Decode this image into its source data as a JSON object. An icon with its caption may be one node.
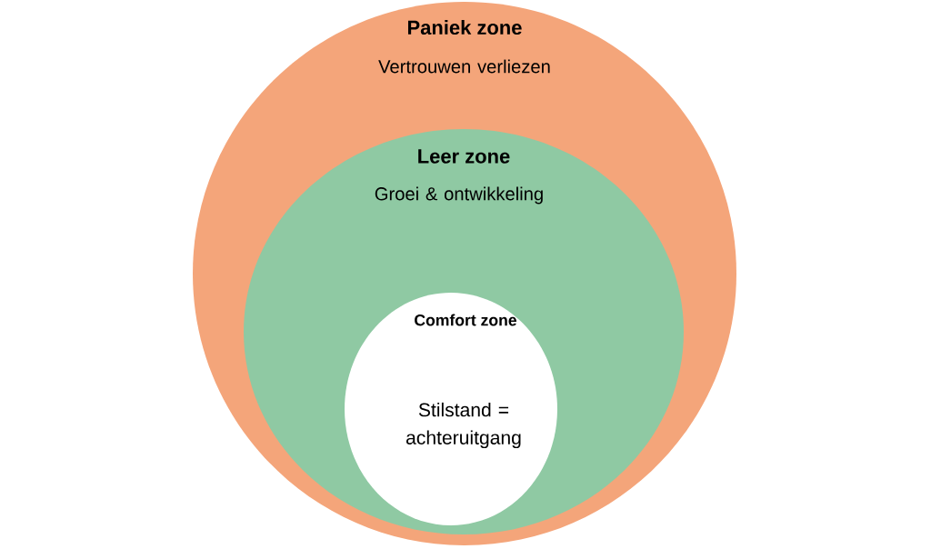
{
  "diagram": {
    "nodes": [
      {
        "text": [
          "Paniek zone",
          "Vertrouwen verliezen"
        ]
      },
      {
        "text": [
          "Leer zone",
          "Groei & ontwikkeling"
        ],
        "in": 0
      },
      {
        "text": [
          "Comfort zone",
          "Stilstand = achteruitgang"
        ],
        "in": 1
      }
    ]
  }
}
